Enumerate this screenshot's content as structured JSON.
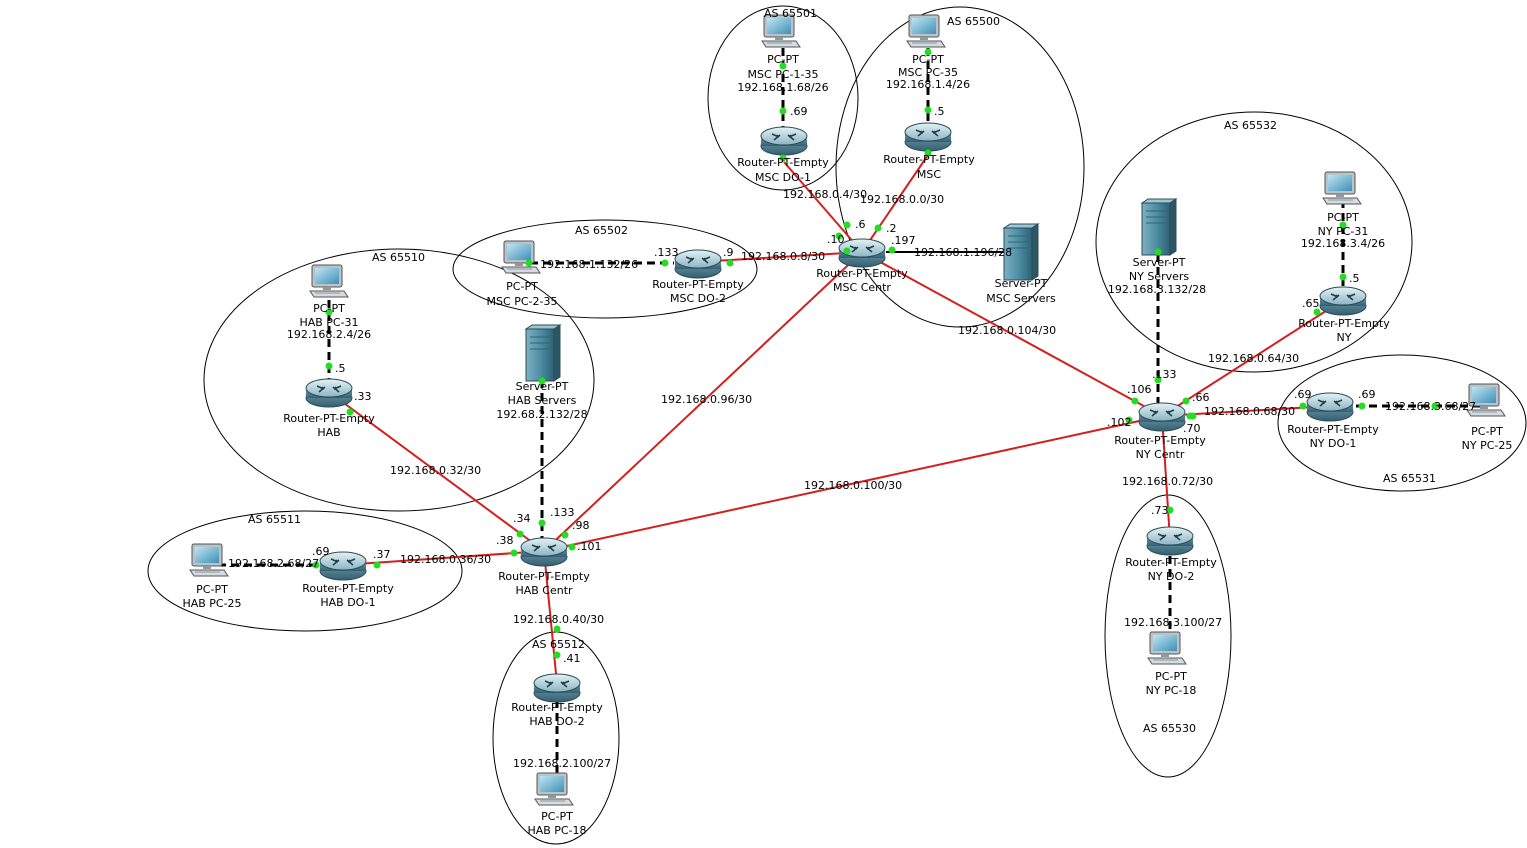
{
  "as_labels": {
    "as65500": "AS 65500",
    "as65501": "AS 65501",
    "as65502": "AS 65502",
    "as65510": "AS 65510",
    "as65511": "AS 65511",
    "as65512": "AS 65512",
    "as65530": "AS 65530",
    "as65531": "AS 65531",
    "as65532": "AS 65532"
  },
  "devices": {
    "msc_pc135": {
      "type": "PC-PT",
      "name": "MSC PC-1-35",
      "net": "192.168.1.68/26"
    },
    "msc_pc35": {
      "type": "PC-PT",
      "name": "MSC PC-35",
      "net": "192.168.1.4/26"
    },
    "msc_do1": {
      "type": "Router-PT-Empty",
      "name": "MSC DO-1"
    },
    "msc": {
      "type": "Router-PT-Empty",
      "name": "MSC"
    },
    "msc_centr": {
      "type": "Router-PT-Empty",
      "name": "MSC Centr"
    },
    "msc_do2": {
      "type": "Router-PT-Empty",
      "name": "MSC DO-2"
    },
    "msc_pc235": {
      "type": "PC-PT",
      "name": "MSC PC-2-35"
    },
    "msc_servers": {
      "type": "Server-PT",
      "name": "MSC Servers"
    },
    "hab_pc31": {
      "type": "PC-PT",
      "name": "HAB PC-31",
      "net": "192.168.2.4/26"
    },
    "hab": {
      "type": "Router-PT-Empty",
      "name": "HAB"
    },
    "hab_servers": {
      "type": "Server-PT",
      "name": "HAB Servers",
      "net": "192.68.2.132/28"
    },
    "hab_centr": {
      "type": "Router-PT-Empty",
      "name": "HAB Centr"
    },
    "hab_pc25": {
      "type": "PC-PT",
      "name": "HAB PC-25"
    },
    "hab_do1": {
      "type": "Router-PT-Empty",
      "name": "HAB DO-1"
    },
    "hab_do2": {
      "type": "Router-PT-Empty",
      "name": "HAB DO-2"
    },
    "hab_pc18": {
      "type": "PC-PT",
      "name": "HAB PC-18"
    },
    "ny_servers": {
      "type": "Server-PT",
      "name": "NY Servers",
      "net": "192.168.3.132/28"
    },
    "ny_pc31": {
      "type": "PC-PT",
      "name": "NY PC-31",
      "net": "192.168.3.4/26"
    },
    "ny": {
      "type": "Router-PT-Empty",
      "name": "NY"
    },
    "ny_centr": {
      "type": "Router-PT-Empty",
      "name": "NY Centr"
    },
    "ny_do1": {
      "type": "Router-PT-Empty",
      "name": "NY DO-1"
    },
    "ny_pc25": {
      "type": "PC-PT",
      "name": "NY PC-25"
    },
    "ny_do2": {
      "type": "Router-PT-Empty",
      "name": "NY DO-2"
    },
    "ny_pc18": {
      "type": "PC-PT",
      "name": "NY PC-18"
    }
  },
  "networks": {
    "n_0_4": "192.168.0.4/30",
    "n_0_0": "192.168.0.0/30",
    "n_0_8": "192.168.0.8/30",
    "n_1_132": "192.168.1.132/26",
    "n_1_196": "192.168.1.196/28",
    "n_0_104": "192.168.0.104/30",
    "n_0_96": "192.168.0.96/30",
    "n_0_32": "192.168.0.32/30",
    "n_0_100": "192.168.0.100/30",
    "n_0_36": "192.168.0.36/30",
    "n_2_68": "192.168.2.68/27",
    "n_0_40": "192.168.0.40/30",
    "n_2_100": "192.168.2.100/27",
    "n_0_64": "192.168.0.64/30",
    "n_0_68": "192.168.0.68/30",
    "n_3_68": "192.168.3.68/27",
    "n_0_72": "192.168.0.72/30",
    "n_3_100": "192.168.3.100/27"
  },
  "ports": {
    "p69a": ".69",
    "p5a": ".5",
    "p6": ".6",
    "p2": ".2",
    "p10": ".10",
    "p197": ".197",
    "p133a": ".133",
    "p9": ".9",
    "p5b": ".5",
    "p33": ".33",
    "p34": ".34",
    "p133b": ".133",
    "p98": ".98",
    "p38": ".38",
    "p101": ".101",
    "p69b": ".69",
    "p37": ".37",
    "p41": ".41",
    "p133c": ".133",
    "p106": ".106",
    "p66": ".66",
    "p102": ".102",
    "p70": ".70",
    "p65": ".65",
    "p5c": ".5",
    "p69c": ".69",
    "p69d": ".69",
    "p73": ".73"
  },
  "colors": {
    "link": "#d41f1f",
    "port": "#22dd22",
    "router": "#6f9fb0",
    "pc": "#2f7fa8",
    "server": "#4f8fa5"
  }
}
